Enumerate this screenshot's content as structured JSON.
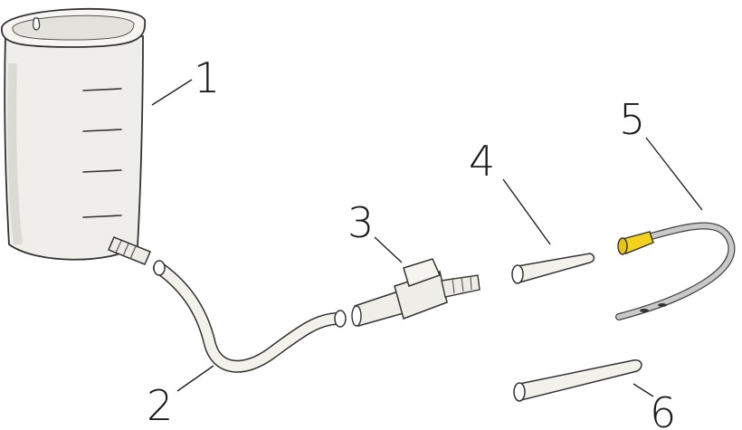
{
  "labels": {
    "part_1": "1",
    "part_2": "2",
    "part_3": "3",
    "part_4": "4",
    "part_5": "5",
    "part_6": "6"
  },
  "colors": {
    "container": "#efeeea",
    "tube": "#f3f1ec",
    "catheter": "#c9c9c9",
    "catheter_tip": "#f2d21c",
    "outline": "#333333"
  }
}
